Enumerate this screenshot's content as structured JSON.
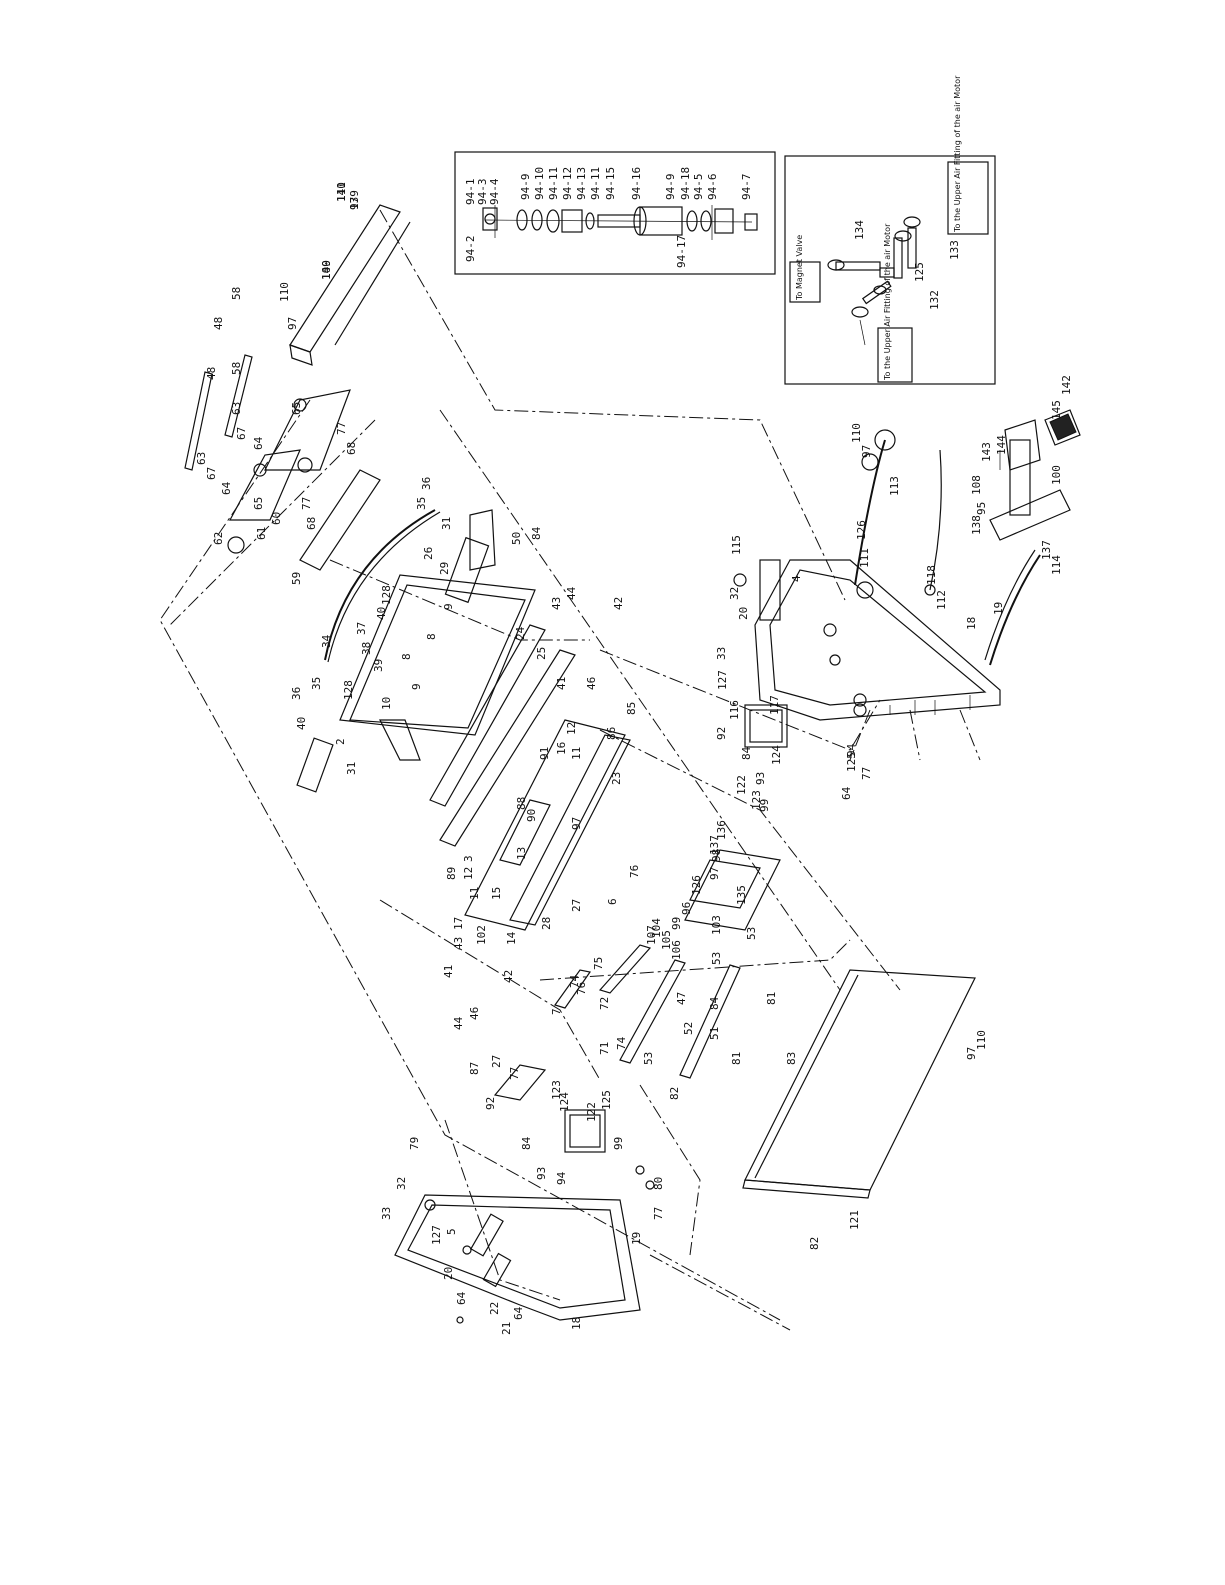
{
  "inset_cylinder": {
    "labels": [
      "94-1",
      "94-2",
      "94-3",
      "94-4",
      "94-9",
      "94-10",
      "94-11",
      "94-12",
      "94-13",
      "94-11",
      "94-15",
      "94-16",
      "94-9",
      "94-18",
      "94-5",
      "94-6",
      "94-7",
      "94-17"
    ]
  },
  "inset_air": {
    "labels": [
      "134",
      "133",
      "125",
      "132"
    ],
    "notes": [
      "To Magnet Valve",
      "To the Upper Air Fitting of the air Motor",
      "To the Upper Air Fitting of the air Motor"
    ]
  },
  "main": {
    "labels": [
      "110",
      "97",
      "109",
      "58",
      "48",
      "110",
      "97",
      "58",
      "48",
      "63",
      "67",
      "64",
      "65",
      "63",
      "67",
      "64",
      "65",
      "62",
      "61",
      "60",
      "77",
      "68",
      "77",
      "68",
      "59",
      "35",
      "36",
      "31",
      "26",
      "29",
      "50",
      "84",
      "128",
      "40",
      "37",
      "38",
      "39",
      "34",
      "35",
      "36",
      "40",
      "128",
      "2",
      "10",
      "8",
      "9",
      "8",
      "9",
      "31",
      "24",
      "25",
      "43",
      "44",
      "46",
      "41",
      "42",
      "86",
      "85",
      "12",
      "11",
      "16",
      "91",
      "89",
      "3",
      "12",
      "11",
      "15",
      "17",
      "102",
      "14",
      "13",
      "88",
      "90",
      "97",
      "23",
      "28",
      "27",
      "76",
      "6",
      "74",
      "75",
      "72",
      "76",
      "7",
      "74",
      "71",
      "53",
      "47",
      "52",
      "51",
      "84",
      "53",
      "41",
      "43",
      "44",
      "46",
      "42",
      "87",
      "27",
      "77",
      "92",
      "123",
      "124",
      "125",
      "122",
      "99",
      "84",
      "94",
      "93",
      "79",
      "32",
      "33",
      "127",
      "5",
      "20",
      "64",
      "22",
      "21",
      "64",
      "18",
      "19",
      "77",
      "80",
      "81",
      "81",
      "82",
      "83",
      "82",
      "121",
      "97",
      "110",
      "97",
      "110",
      "126",
      "113",
      "111",
      "118",
      "112",
      "115",
      "4",
      "32",
      "20",
      "33",
      "127",
      "117",
      "116",
      "92",
      "84",
      "93",
      "122",
      "123",
      "124",
      "99",
      "94",
      "125",
      "64",
      "77",
      "18",
      "19",
      "137",
      "114",
      "136",
      "137",
      "98",
      "97",
      "126",
      "96",
      "99",
      "104",
      "105",
      "107",
      "106",
      "103",
      "135",
      "53",
      "100",
      "95",
      "108",
      "138",
      "143",
      "144",
      "145",
      "142",
      "141",
      "139",
      "140"
    ]
  }
}
